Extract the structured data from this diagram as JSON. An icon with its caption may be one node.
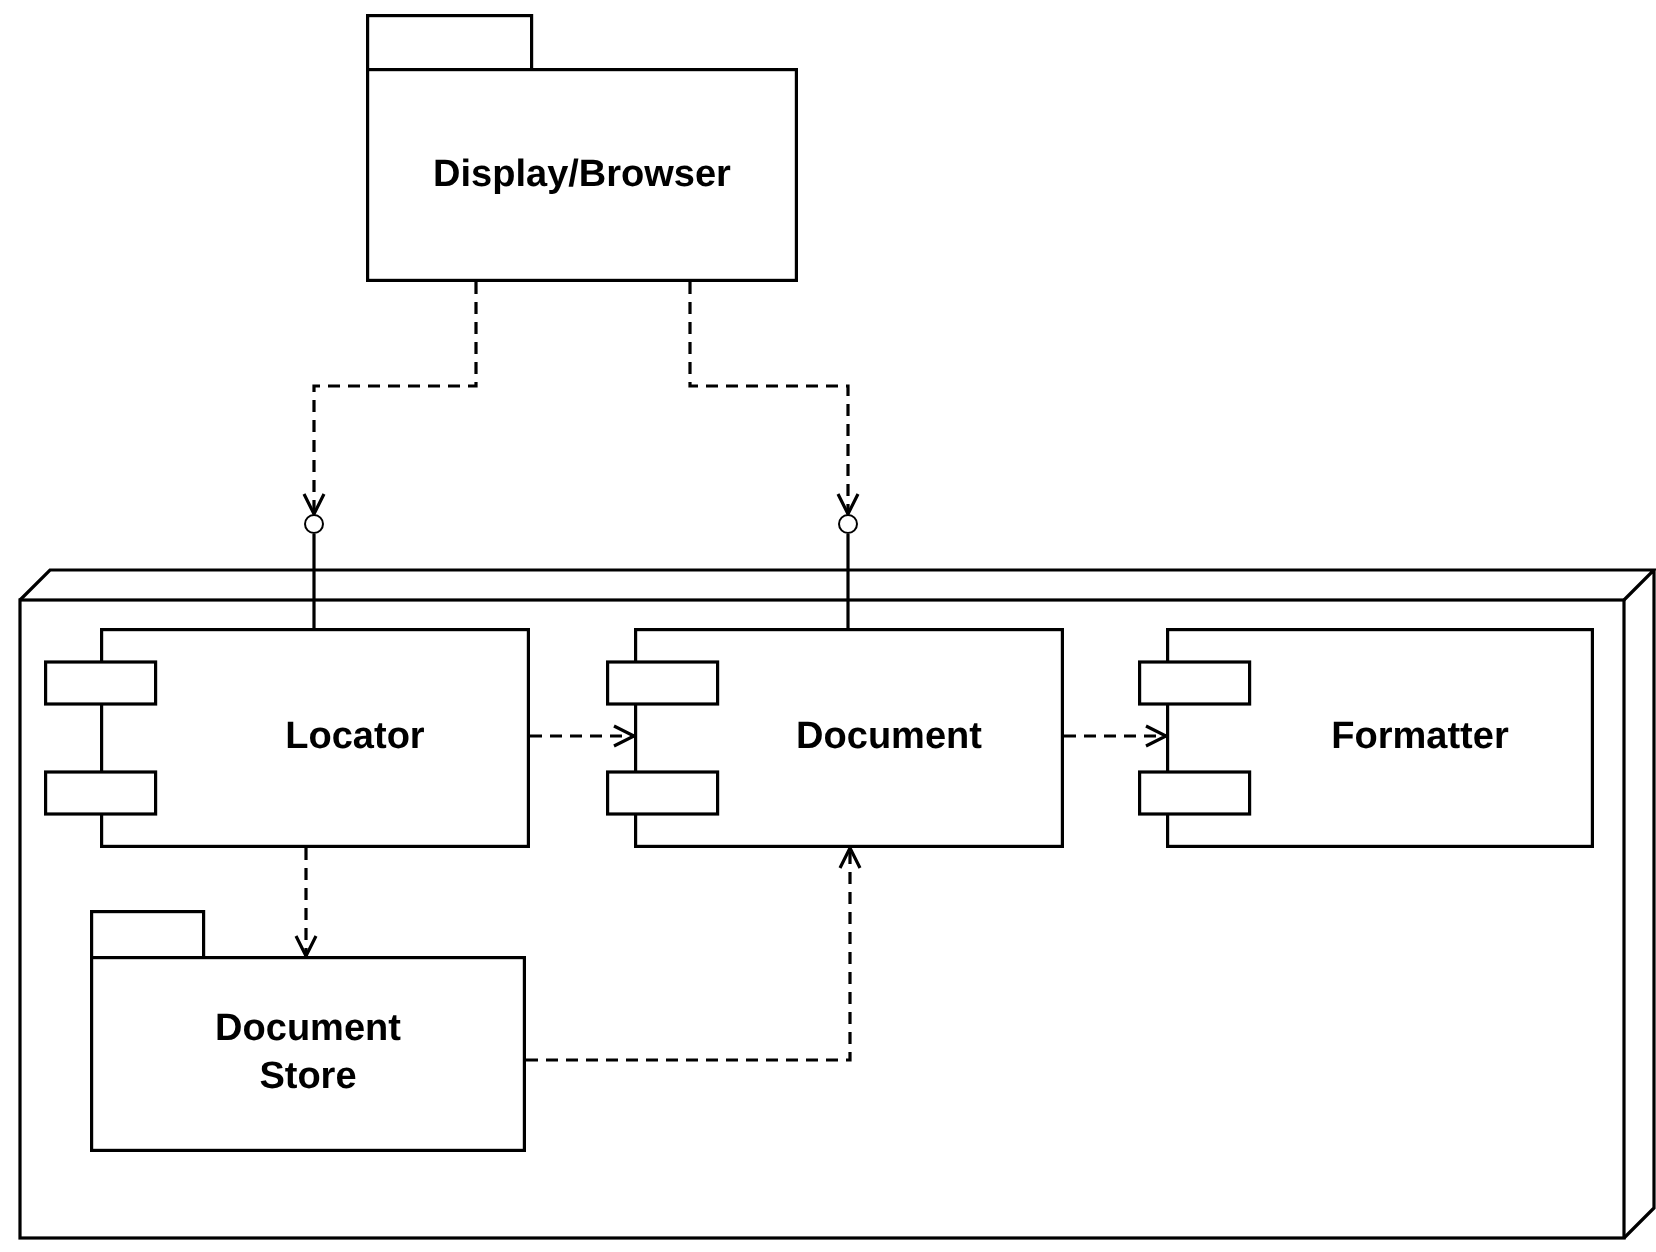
{
  "diagram": {
    "nodes": [
      {
        "text": [
          "Display/Browser"
        ]
      },
      {
        "text": [],
        "shape": "circle"
      },
      {
        "text": [],
        "shape": "circle"
      },
      {
        "text": [],
        "shape": "box"
      },
      {
        "text": [
          "Locator"
        ],
        "in": 3
      },
      {
        "text": [
          "Document"
        ],
        "in": 3
      },
      {
        "text": [
          "Formatter"
        ],
        "in": 3
      },
      {
        "text": [
          "Document Store"
        ],
        "in": 3
      }
    ],
    "edges": [
      {
        "from": 0,
        "to": 1,
        "arrow": "to",
        "style": "dashed"
      },
      {
        "from": 0,
        "to": 2,
        "arrow": "to",
        "style": "dashed"
      },
      {
        "from": 1,
        "to": 4,
        "arrow": "none"
      },
      {
        "from": 2,
        "to": 5,
        "arrow": "none"
      },
      {
        "from": 4,
        "to": 5,
        "arrow": "to",
        "style": "dashed"
      },
      {
        "from": 5,
        "to": 6,
        "arrow": "to",
        "style": "dashed"
      },
      {
        "from": 4,
        "to": 7,
        "arrow": "to",
        "style": "dashed"
      },
      {
        "from": 7,
        "to": 5,
        "arrow": "to",
        "style": "dashed"
      }
    ]
  }
}
